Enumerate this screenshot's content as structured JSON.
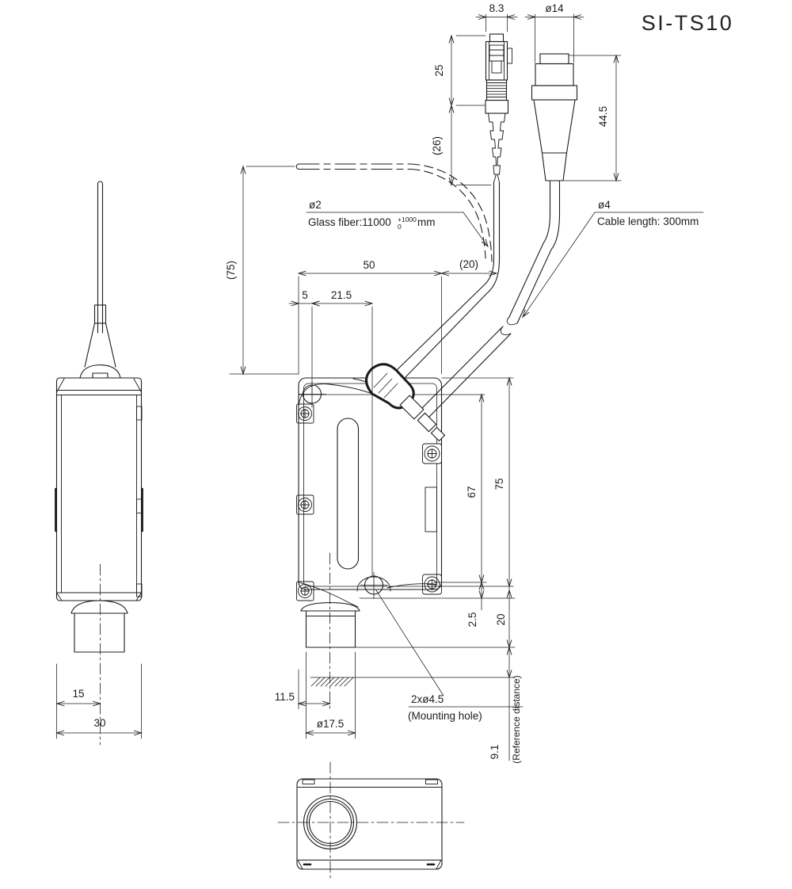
{
  "title": "SI-TS10",
  "dims": {
    "connector_width": "8.3",
    "plug_dia": "ø14",
    "connector_len": "25",
    "boot_len": "(26)",
    "plug_len": "44.5",
    "fiber_offset": "(75)",
    "body_width": "50",
    "cable_offset": "(20)",
    "hole_edge": "5",
    "hole_span": "21.5",
    "hole_pitch": "67",
    "body_height": "75",
    "step": "2.5",
    "barrel_len": "20",
    "ref_dist": "9.1",
    "ref_dist_label": "(Reference distance)",
    "side_center": "15",
    "side_width": "30",
    "lens_offset": "11.5",
    "barrel_dia": "ø17.5"
  },
  "notes": {
    "fiber_dia": "ø2",
    "fiber_text": "Glass fiber:11000",
    "fiber_tol_plus": "+1000",
    "fiber_tol_minus": "0",
    "fiber_unit": "mm",
    "cable_dia": "ø4",
    "cable_text": "Cable length: 300mm",
    "mount_text": "2xø4.5",
    "mount_sub": "(Mounting hole)"
  }
}
